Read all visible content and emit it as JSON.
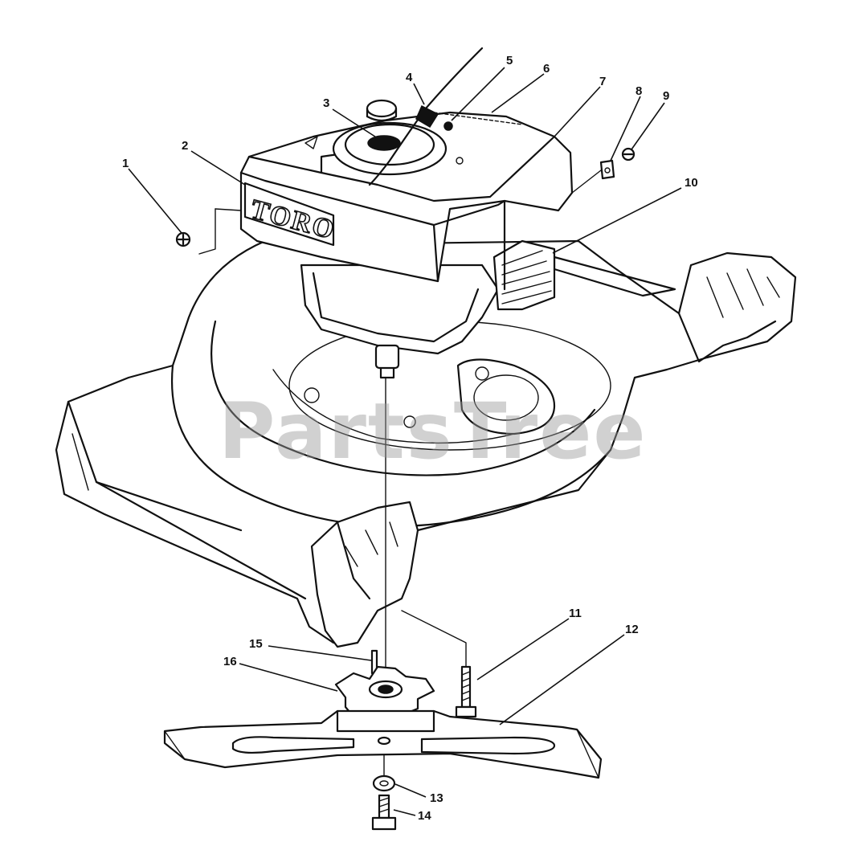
{
  "diagram": {
    "brand_logo": "TORO",
    "watermark": "PartsTree",
    "callouts": [
      "1",
      "2",
      "3",
      "4",
      "5",
      "6",
      "7",
      "8",
      "9",
      "10",
      "11",
      "12",
      "13",
      "14",
      "15",
      "16"
    ]
  }
}
